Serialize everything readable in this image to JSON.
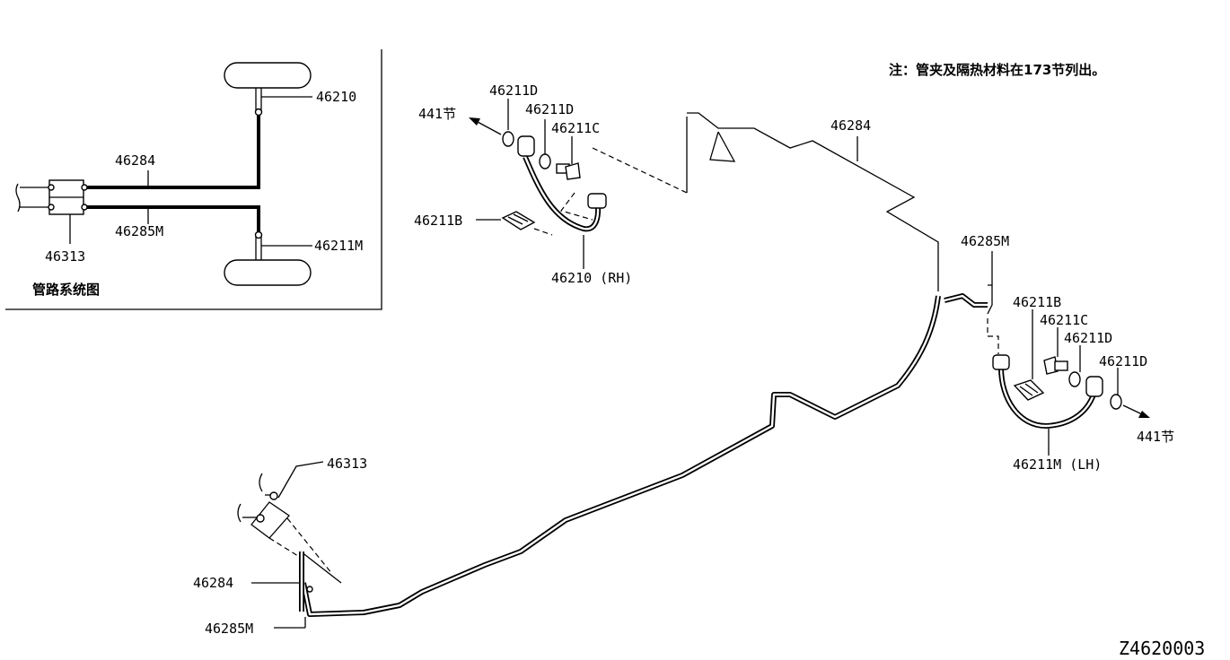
{
  "note": "注：管夹及隔热材料在173节列出。",
  "diagram_code": "Z4620003",
  "inset": {
    "title": "管路系统图",
    "labels": {
      "rh_hose": "46210",
      "lh_hose": "46211M",
      "main_tube": "46284",
      "second_tube": "46285M",
      "connector": "46313"
    }
  },
  "main": {
    "rh": {
      "ref_section": "441节",
      "washer_1": "46211D",
      "washer_2": "46211D",
      "bolt": "46211C",
      "clip": "46211B",
      "hose": "46210 (RH)"
    },
    "tube_top": "46284",
    "lh": {
      "tube": "46285M",
      "clip": "46211B",
      "bolt": "46211C",
      "washer_1": "46211D",
      "washer_2": "46211D",
      "ref_section": "441节",
      "hose": "46211M (LH)"
    },
    "front": {
      "connector": "46313",
      "tube_a": "46284",
      "tube_b": "46285M"
    }
  }
}
